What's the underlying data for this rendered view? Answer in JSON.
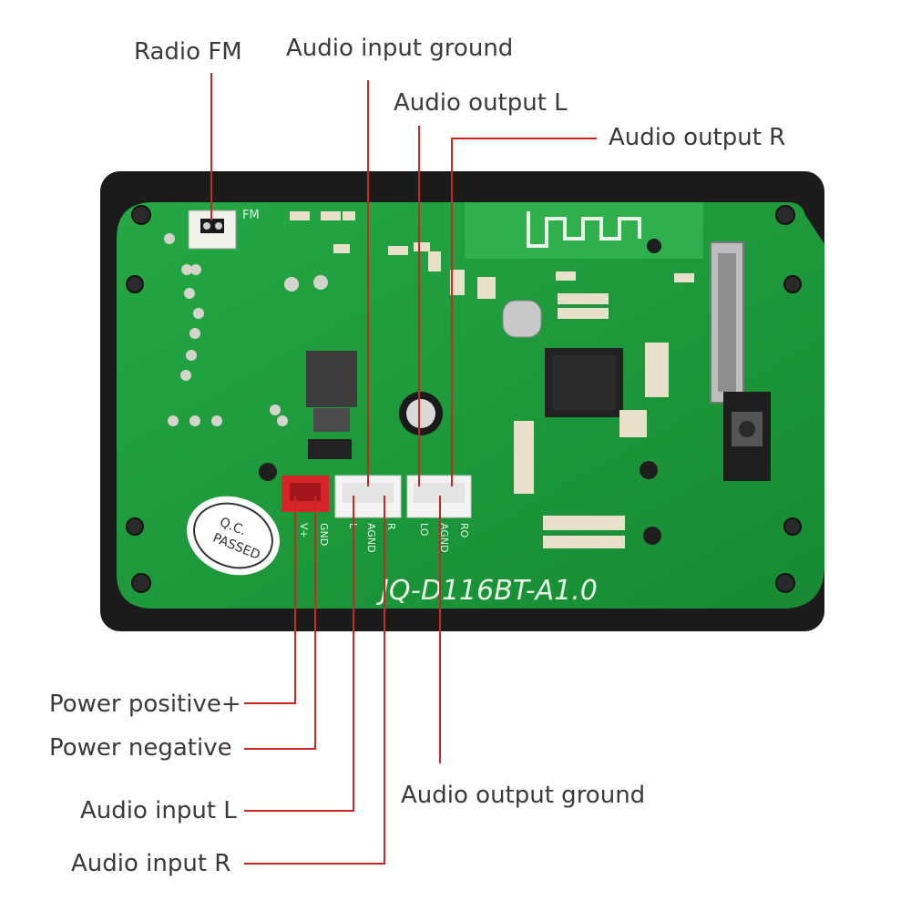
{
  "labels": {
    "radio_fm": "Radio FM",
    "audio_input_ground": "Audio input ground",
    "audio_output_l": "Audio output L",
    "audio_output_r": "Audio output R",
    "power_positive": "Power positive+",
    "power_negative": "Power negative",
    "audio_input_l": "Audio input L",
    "audio_input_r": "Audio input R",
    "audio_output_ground": "Audio output ground"
  },
  "board": {
    "model": "JQ-D116BT-A1.0",
    "fm_silk": "FM",
    "qc_stamp": "Q.C.\nPASSED",
    "pin_labels": [
      "V+",
      "GND",
      "L",
      "AGND",
      "R",
      "LO",
      "AGND",
      "RO"
    ]
  },
  "colors": {
    "leader_line": "#c62828",
    "pcb": "#1f9a3a",
    "pcb_dark": "#17802f",
    "bezel": "#1b1b1b",
    "label_text": "#3a3a3a"
  }
}
